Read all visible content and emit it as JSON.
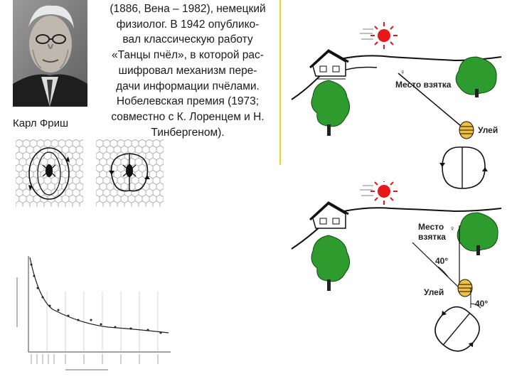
{
  "photo": {
    "caption": "Карл Фриш"
  },
  "bio": {
    "lines": [
      "(1886, Вена – 1982), немецкий",
      "физиолог. В 1942 опублико-",
      "вал классическую работу",
      "«Танцы пчёл», в которой рас-",
      "шифровал механизм пере-",
      "дачи информации пчёлами.",
      "Нобелевская премия (1973;",
      "совместно с К. Лоренцем и Н.",
      "Тинбергеном)."
    ]
  },
  "diagram_top": {
    "food_label": "Место взятка",
    "hive_label": "Улей"
  },
  "diagram_bottom": {
    "food_label_line1": "Место",
    "food_label_line2": "взятка",
    "hive_label": "Улей",
    "angle_label_1": "40°",
    "angle_label_2": "40°"
  },
  "colors": {
    "sun": "#e81818",
    "accent_line": "#f2d21f"
  }
}
